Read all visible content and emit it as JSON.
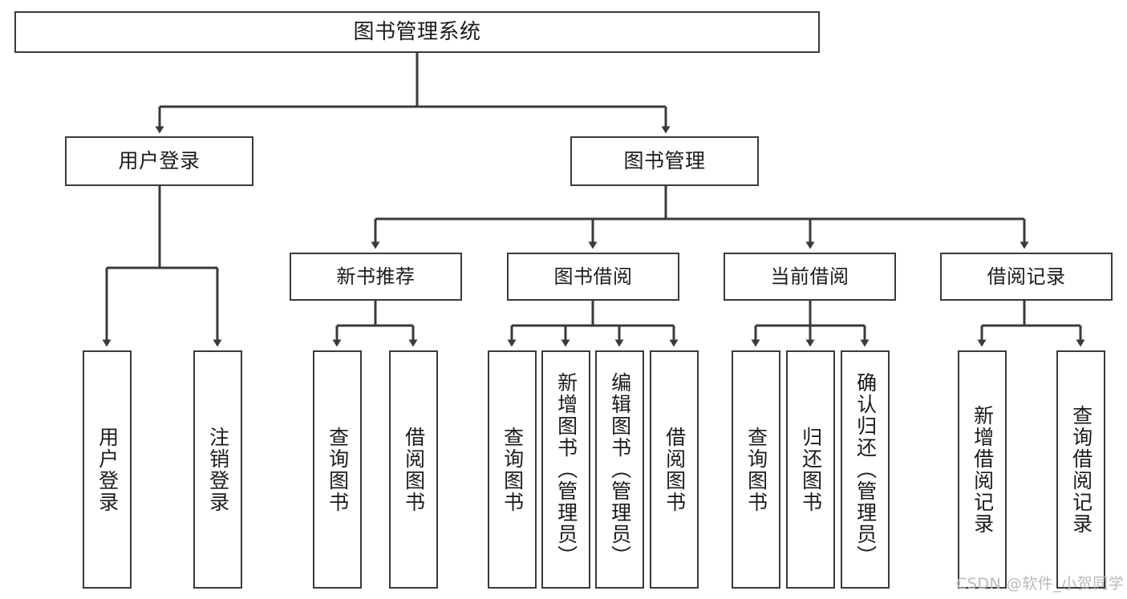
{
  "diagram": {
    "title": "图书管理系统",
    "type": "functional-structure-tree",
    "root": {
      "id": "root",
      "label": "图书管理系统"
    },
    "level2": [
      {
        "id": "user-login",
        "label": "用户登录"
      },
      {
        "id": "book-manage",
        "label": "图书管理"
      }
    ],
    "level3": [
      {
        "id": "new-book-recommend",
        "label": "新书推荐",
        "parent": "book-manage"
      },
      {
        "id": "book-borrow",
        "label": "图书借阅",
        "parent": "book-manage"
      },
      {
        "id": "current-borrow",
        "label": "当前借阅",
        "parent": "book-manage"
      },
      {
        "id": "borrow-record",
        "label": "借阅记录",
        "parent": "book-manage"
      }
    ],
    "leaves": [
      {
        "id": "leaf-user-login",
        "label": "用户登录",
        "parent": "user-login"
      },
      {
        "id": "leaf-user-logout",
        "label": "注销登录",
        "parent": "user-login"
      },
      {
        "id": "leaf-query-book-1",
        "label": "查询图书",
        "parent": "new-book-recommend"
      },
      {
        "id": "leaf-borrow-book-1",
        "label": "借阅图书",
        "parent": "new-book-recommend"
      },
      {
        "id": "leaf-query-book-2",
        "label": "查询图书",
        "parent": "book-borrow"
      },
      {
        "id": "leaf-add-book",
        "label": "新增图书（管理员）",
        "parent": "book-borrow"
      },
      {
        "id": "leaf-edit-book",
        "label": "编辑图书（管理员）",
        "parent": "book-borrow"
      },
      {
        "id": "leaf-borrow-book-2",
        "label": "借阅图书",
        "parent": "book-borrow"
      },
      {
        "id": "leaf-query-book-3",
        "label": "查询图书",
        "parent": "current-borrow"
      },
      {
        "id": "leaf-return-book",
        "label": "归还图书",
        "parent": "current-borrow"
      },
      {
        "id": "leaf-confirm-return",
        "label": "确认归还（管理员）",
        "parent": "current-borrow"
      },
      {
        "id": "leaf-add-record",
        "label": "新增借阅记录",
        "parent": "borrow-record"
      },
      {
        "id": "leaf-query-record",
        "label": "查询借阅记录",
        "parent": "borrow-record"
      }
    ]
  },
  "watermark": {
    "text": "CSDN @软件_小贺同学"
  },
  "colors": {
    "stroke": "#3a3a3a",
    "background": "#ffffff",
    "text": "#1b1b1b",
    "watermark": "#b9b9b9"
  }
}
